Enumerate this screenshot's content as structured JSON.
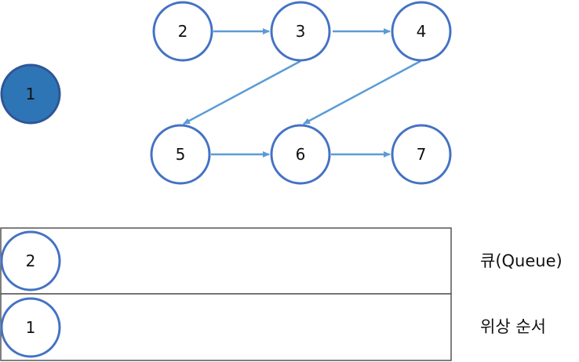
{
  "graph": {
    "highlighted_node": "1",
    "nodes": [
      {
        "id": "n2",
        "label": "2"
      },
      {
        "id": "n3",
        "label": "3"
      },
      {
        "id": "n4",
        "label": "4"
      },
      {
        "id": "n5",
        "label": "5"
      },
      {
        "id": "n6",
        "label": "6"
      },
      {
        "id": "n7",
        "label": "7"
      }
    ],
    "edges": [
      {
        "from": "2",
        "to": "3"
      },
      {
        "from": "3",
        "to": "4"
      },
      {
        "from": "3",
        "to": "5"
      },
      {
        "from": "4",
        "to": "6"
      },
      {
        "from": "5",
        "to": "6"
      },
      {
        "from": "6",
        "to": "7"
      }
    ]
  },
  "queue": {
    "label": "큐(Queue)",
    "items": [
      "2"
    ]
  },
  "topological_order": {
    "label": "위상 순서",
    "items": [
      "1"
    ]
  },
  "colors": {
    "node_stroke": "#4472c4",
    "highlight_fill": "#2e75b6",
    "edge": "#5b9bd5",
    "box_stroke": "#555555"
  }
}
